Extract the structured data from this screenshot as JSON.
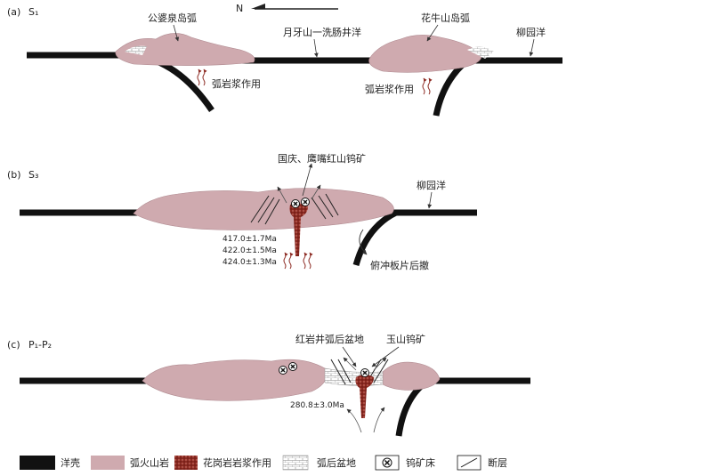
{
  "panels": {
    "a": {
      "tag": "(a)",
      "stage": "S₁",
      "north": "N",
      "arc_west": "公婆泉岛弧",
      "ocean_mid": "月牙山一洗肠井洋",
      "arc_east": "花牛山岛弧",
      "ocean_east": "柳园洋",
      "magma_west": "弧岩浆作用",
      "magma_east": "弧岩浆作用"
    },
    "b": {
      "tag": "(b)",
      "stage": "S₃",
      "deposit": "国庆、鹰嘴红山钨矿",
      "ocean_east": "柳园洋",
      "age_1": "417.0±1.7Ma",
      "age_2": "422.0±1.5Ma",
      "age_3": "424.0±1.3Ma",
      "slab": "俯冲板片后撤"
    },
    "c": {
      "tag": "(c)",
      "stage": "P₁-P₂",
      "basin": "红岩井弧后盆地",
      "deposit": "玉山钨矿",
      "age": "280.8±3.0Ma"
    }
  },
  "legend": {
    "oceanic_crust": "洋壳",
    "arc_volcanic": "弧火山岩",
    "granite_magma": "花岗岩岩浆作用",
    "backarc_basin": "弧后盆地",
    "tungsten_deposit": "钨矿床",
    "fault": "断层"
  },
  "colors": {
    "crust": "#111111",
    "arc": "#cfaaaf",
    "granite": "#8c2a22",
    "arrow": "#555555"
  }
}
